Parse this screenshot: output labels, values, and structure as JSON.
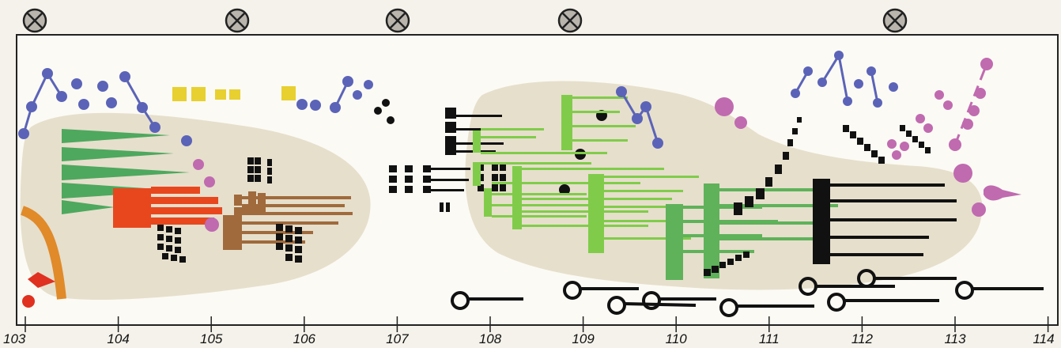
{
  "title": "",
  "timeline": {
    "ticks": [
      "103",
      "104",
      "105",
      "106",
      "107",
      "108",
      "109",
      "110",
      "111",
      "112",
      "113",
      "114"
    ]
  },
  "markers": {
    "icon": "crossed-circle-icon",
    "count": 5
  },
  "colors": {
    "background": "#f4f2ea",
    "cloud": "#e6dfcc",
    "frame": "#222222",
    "blue_dots": "#5b63b8",
    "yellow": "#e8d030",
    "green_dark": "#4ea85e",
    "green_light": "#80cc4a",
    "green_mid": "#5fb25a",
    "red_orange": "#e8471e",
    "brown": "#a06a3c",
    "pink": "#c06ab0",
    "red": "#e03020",
    "orange": "#e08a2a",
    "black": "#111111"
  }
}
